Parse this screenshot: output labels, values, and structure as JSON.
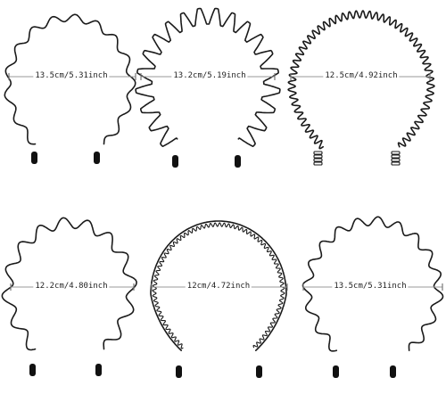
{
  "headbands": [
    {
      "id": "headband-1",
      "measurement": "13.5cm/5.31inch"
    },
    {
      "id": "headband-2",
      "measurement": "13.2cm/5.19inch"
    },
    {
      "id": "headband-3",
      "measurement": "12.5cm/4.92inch"
    },
    {
      "id": "headband-4",
      "measurement": "12.2cm/4.80inch"
    },
    {
      "id": "headband-5",
      "measurement": "12cm/4.72inch"
    },
    {
      "id": "headband-6",
      "measurement": "13.5cm/5.31inch"
    }
  ],
  "colors": {
    "band": "#1a1a1a",
    "background": "#ffffff",
    "measure_line": "#9a9a9a"
  }
}
